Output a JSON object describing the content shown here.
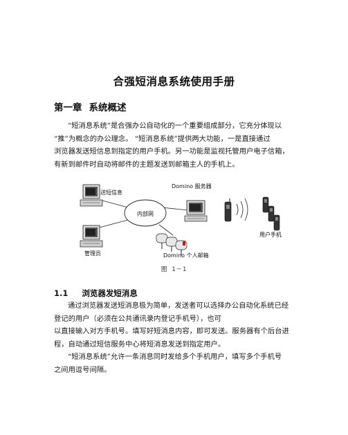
{
  "document": {
    "title": "合强短消息系统使用手册",
    "chapter": {
      "number": "第一章",
      "title": "系统概述"
    },
    "intro_lines": [
      "“短消息系统”是合强办公自动化的一个重要组成部分，它充分体现以",
      "“推”为概念的办公理念。 “短消息系统”提供两大功能，一是直接通过",
      "浏览器发送短信息到指定的用户手机。另一功能是监视托管用户电子信箱，",
      "有新到邮件时自动将邮件的主题发送到邮箱主人的手机上。"
    ],
    "diagram": {
      "labels": {
        "send_sms": "送短信息",
        "domino_server": "Domino 服务器",
        "intranet": "内部网",
        "admin": "管理员",
        "mailbox": "Domino 个人邮箱",
        "user_phone": "用户手机"
      },
      "caption": "图 1－1"
    },
    "section": {
      "number": "1.1",
      "title": "浏览器发短消息"
    },
    "section_lines": [
      "通过浏览器发送短消息极为简单，发送者可以选择办公自动化系统已经",
      "登记的用户（必须在公共通讯录内登记手机号），也可",
      "以直接输入对方手机号。填写好短消息内容，即可发送。服务器有个后台进",
      "程，自动通过短信服务中心将短消息发送到指定用户。",
      "“短消息系统”允许一条消息同时发给多个手机用户，填写多个手机号",
      "之间用逗号间隔。"
    ]
  }
}
